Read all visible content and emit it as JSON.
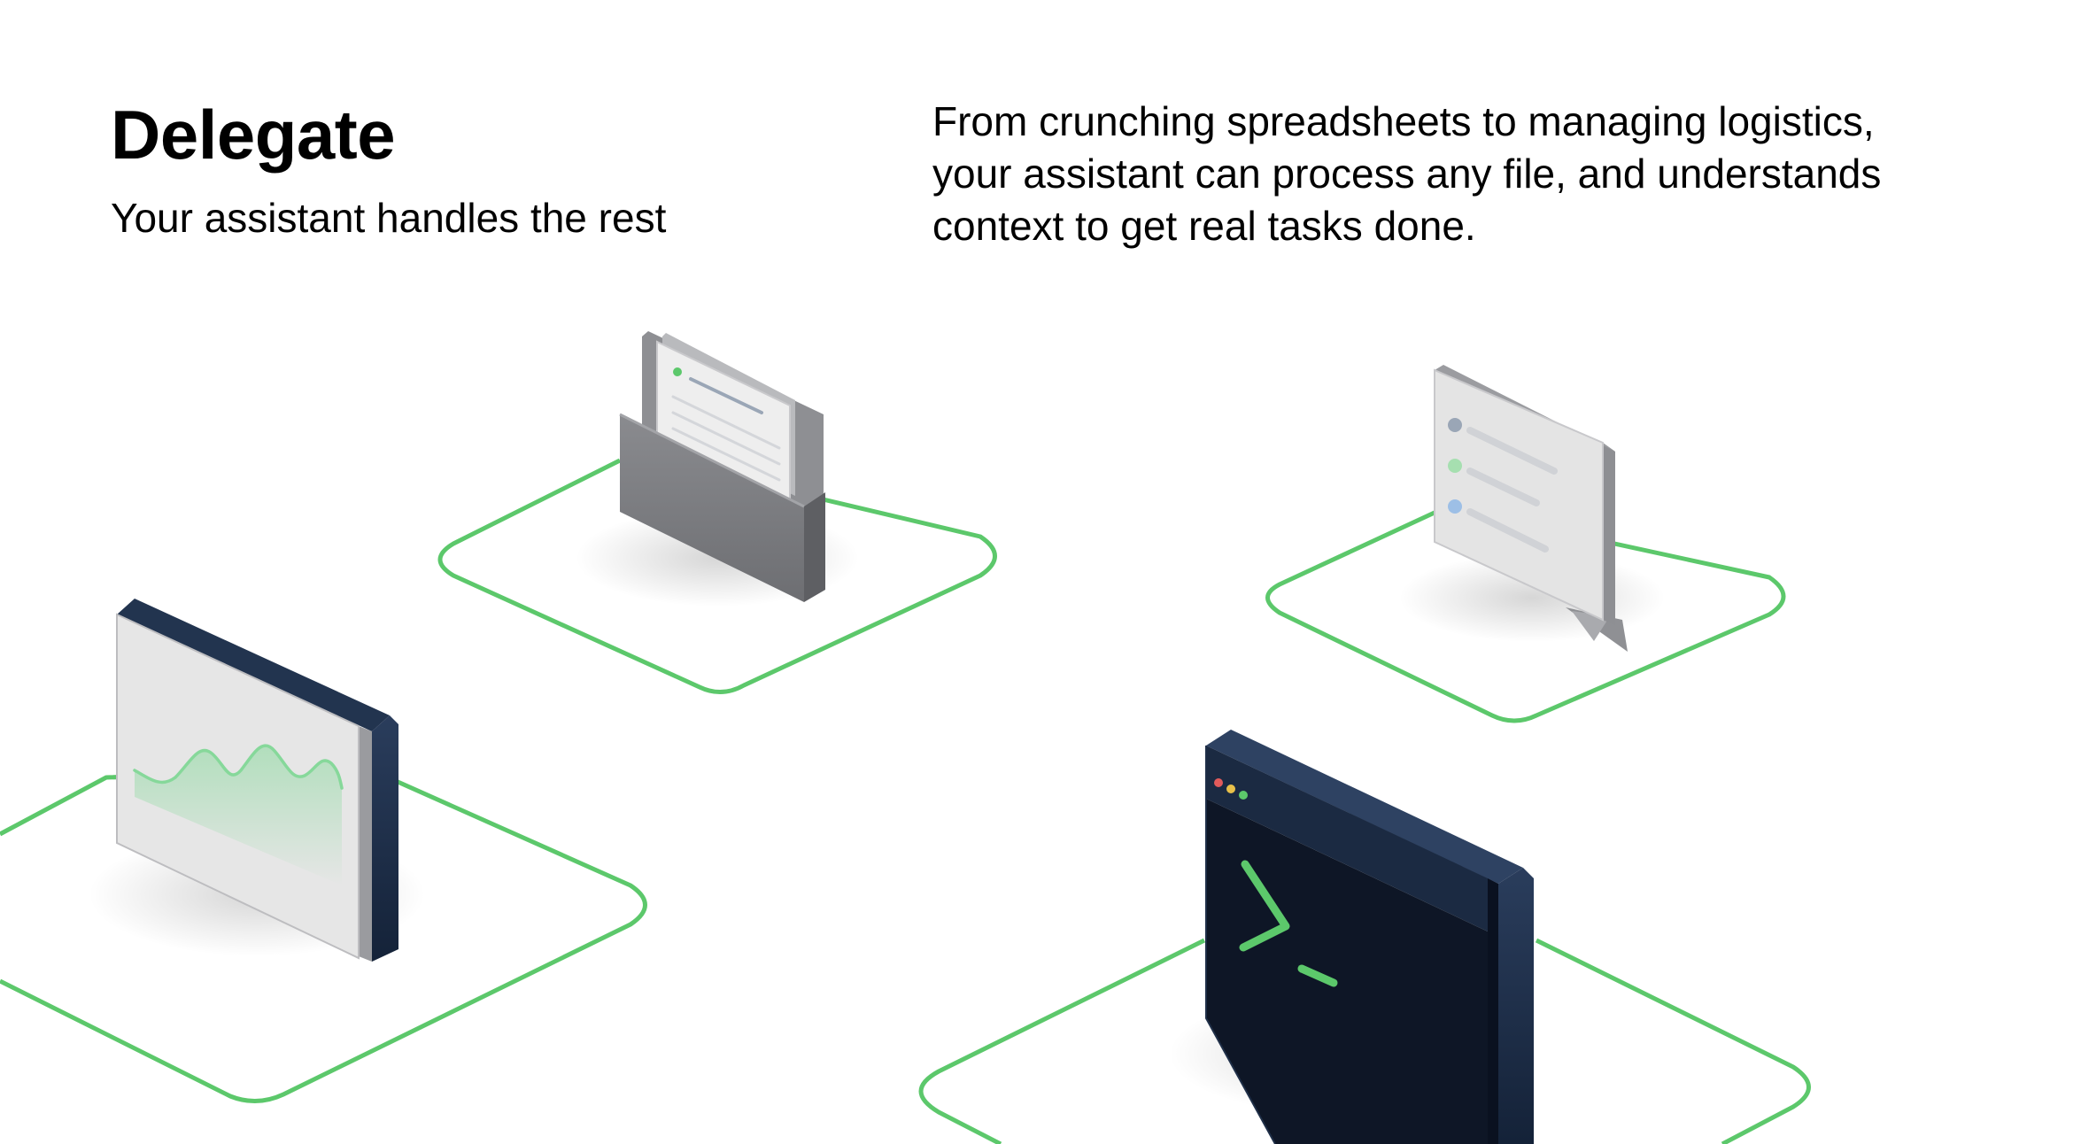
{
  "hero": {
    "title": "Delegate",
    "subtitle": "Your assistant handles the rest",
    "description_lines": [
      "From crunching spreadsheets to managing logistics,",
      "your assistant can process any file, and understands",
      "context to get real tasks done."
    ]
  },
  "illustration": {
    "items": [
      {
        "id": "folder",
        "icon": "folder-documents-icon"
      },
      {
        "id": "checklist",
        "icon": "checklist-speech-bubble-icon"
      },
      {
        "id": "chart",
        "icon": "chart-monitor-icon"
      },
      {
        "id": "terminal",
        "icon": "terminal-window-icon"
      }
    ],
    "colors": {
      "accent_green": "#5cc86b",
      "panel_navy": "#1c2c45",
      "terminal_bg": "#0e1626",
      "folder_gray": "#78797d",
      "paper": "#ececec"
    }
  }
}
